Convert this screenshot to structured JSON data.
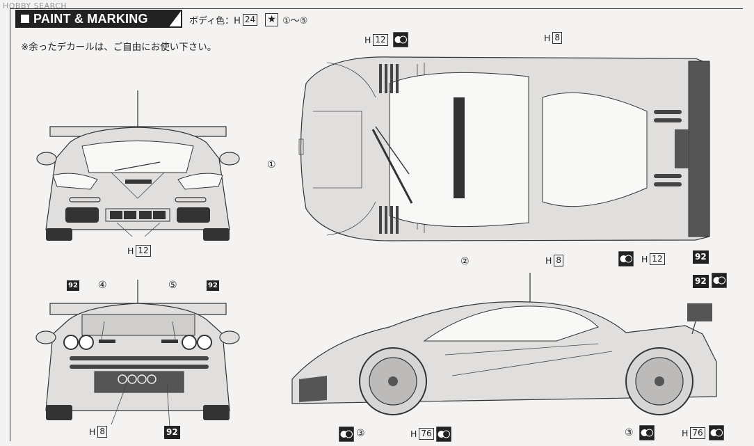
{
  "watermark": "HOBBY SEARCH",
  "header": {
    "title": "PAINT & MARKING"
  },
  "body_color": {
    "label": "ボディ色：H",
    "code": "24",
    "star": "★",
    "range": "①〜⑤"
  },
  "note": "※余ったデカールは、ご自由にお使い下さい。",
  "callouts": {
    "c1": "①",
    "c2": "②",
    "c3": "③",
    "c4": "④",
    "c5": "⑤"
  },
  "paint_codes": {
    "h_prefix": "H",
    "h8": "8",
    "h12": "12",
    "h76": "76"
  },
  "decal_number": "92",
  "icons": {
    "checker": "checker-decal-icon",
    "star": "star-icon"
  },
  "colors": {
    "ink": "#333333",
    "paper": "#f4f3f1"
  }
}
